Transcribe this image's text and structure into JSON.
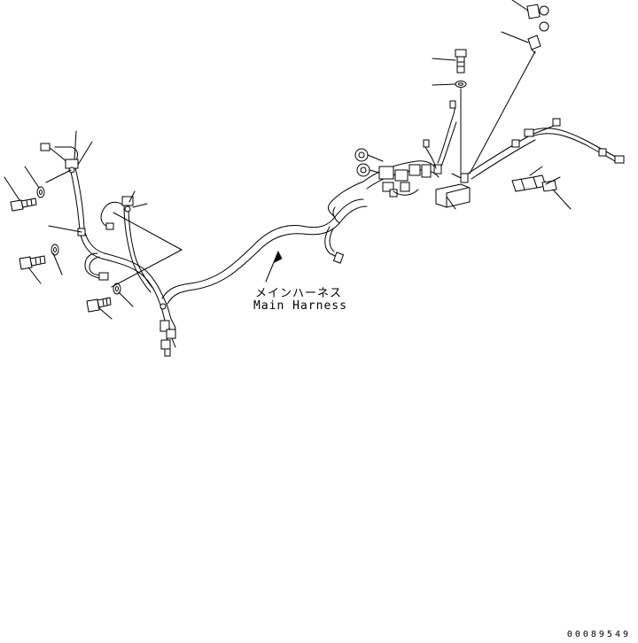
{
  "diagram": {
    "part_name_jp": "メインハーネス",
    "part_name_en": "Main Harness",
    "drawing_number": "00089549"
  },
  "colors": {
    "line": "#000000",
    "background": "#ffffff"
  }
}
